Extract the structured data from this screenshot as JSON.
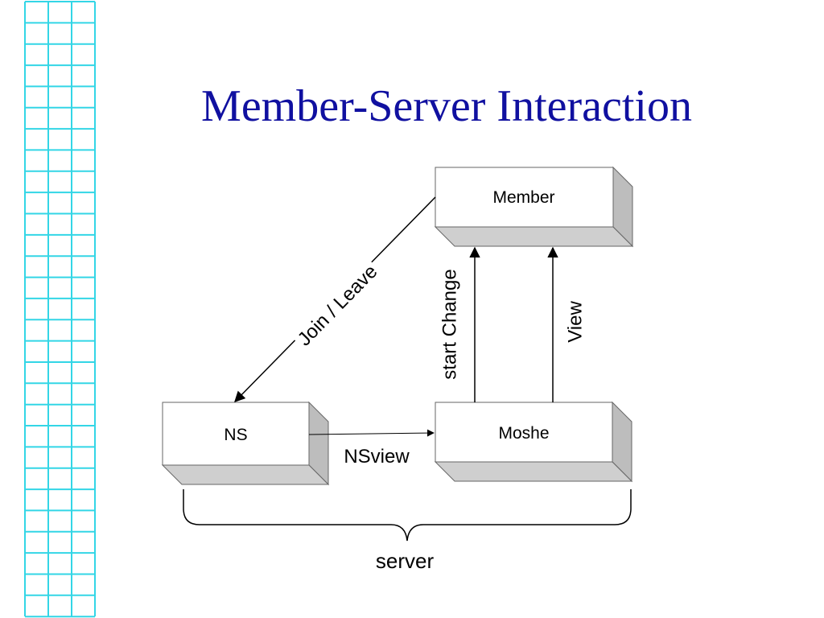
{
  "slide": {
    "title": "Member-Server Interaction"
  },
  "diagram": {
    "nodes": {
      "member": "Member",
      "ns": "NS",
      "moshe": "Moshe"
    },
    "edges": {
      "join_leave": "Join / Leave",
      "start_change": "start Change",
      "view": "View",
      "nsview": "NSview"
    },
    "group_label": "server"
  },
  "colors": {
    "title": "#1010a0",
    "grid": "#33d6e6",
    "box_face": "#ffffff",
    "box_side": "#bdbdbd",
    "box_bottom": "#cfcfcf",
    "line": "#000000"
  }
}
